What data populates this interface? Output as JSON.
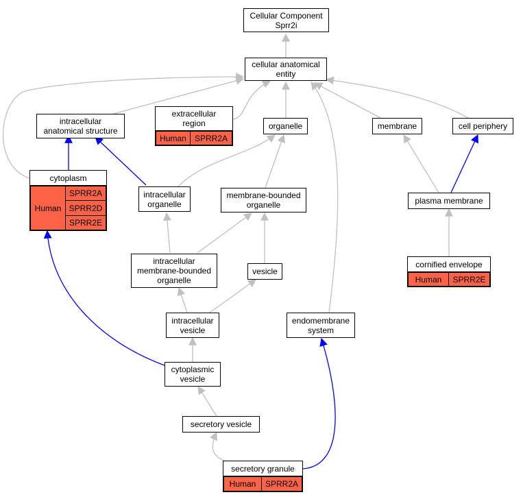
{
  "nodes": {
    "root": "Cellular Component\nSprr2i",
    "cae": "cellular anatomical\nentity",
    "ias": "intracellular\nanatomical structure",
    "er": "extracellular\nregion",
    "organelle": "organelle",
    "membrane": "membrane",
    "cp": "cell periphery",
    "cytoplasm": "cytoplasm",
    "io": "intracellular\norganelle",
    "mbo": "membrane-bounded\norganelle",
    "pm": "plasma membrane",
    "imbo": "intracellular\nmembrane-bounded\norganelle",
    "vesicle": "vesicle",
    "ce": "cornified envelope",
    "iv": "intracellular\nvesicle",
    "es": "endomembrane\nsystem",
    "cv": "cytoplasmic\nvesicle",
    "sv": "secretory vesicle",
    "sg": "secretory granule"
  },
  "annotations": {
    "er": {
      "species": "Human",
      "genes": [
        "SPRR2A"
      ]
    },
    "cytoplasm": {
      "species": "Human",
      "genes": [
        "SPRR2A",
        "SPRR2D",
        "SPRR2E"
      ]
    },
    "ce": {
      "species": "Human",
      "genes": [
        "SPRR2E"
      ]
    },
    "sg": {
      "species": "Human",
      "genes": [
        "SPRR2A"
      ]
    }
  },
  "colors": {
    "annotation_fill": "#ff6347",
    "edge_gray": "#c0c0c0",
    "edge_blue": "#0000ff"
  }
}
